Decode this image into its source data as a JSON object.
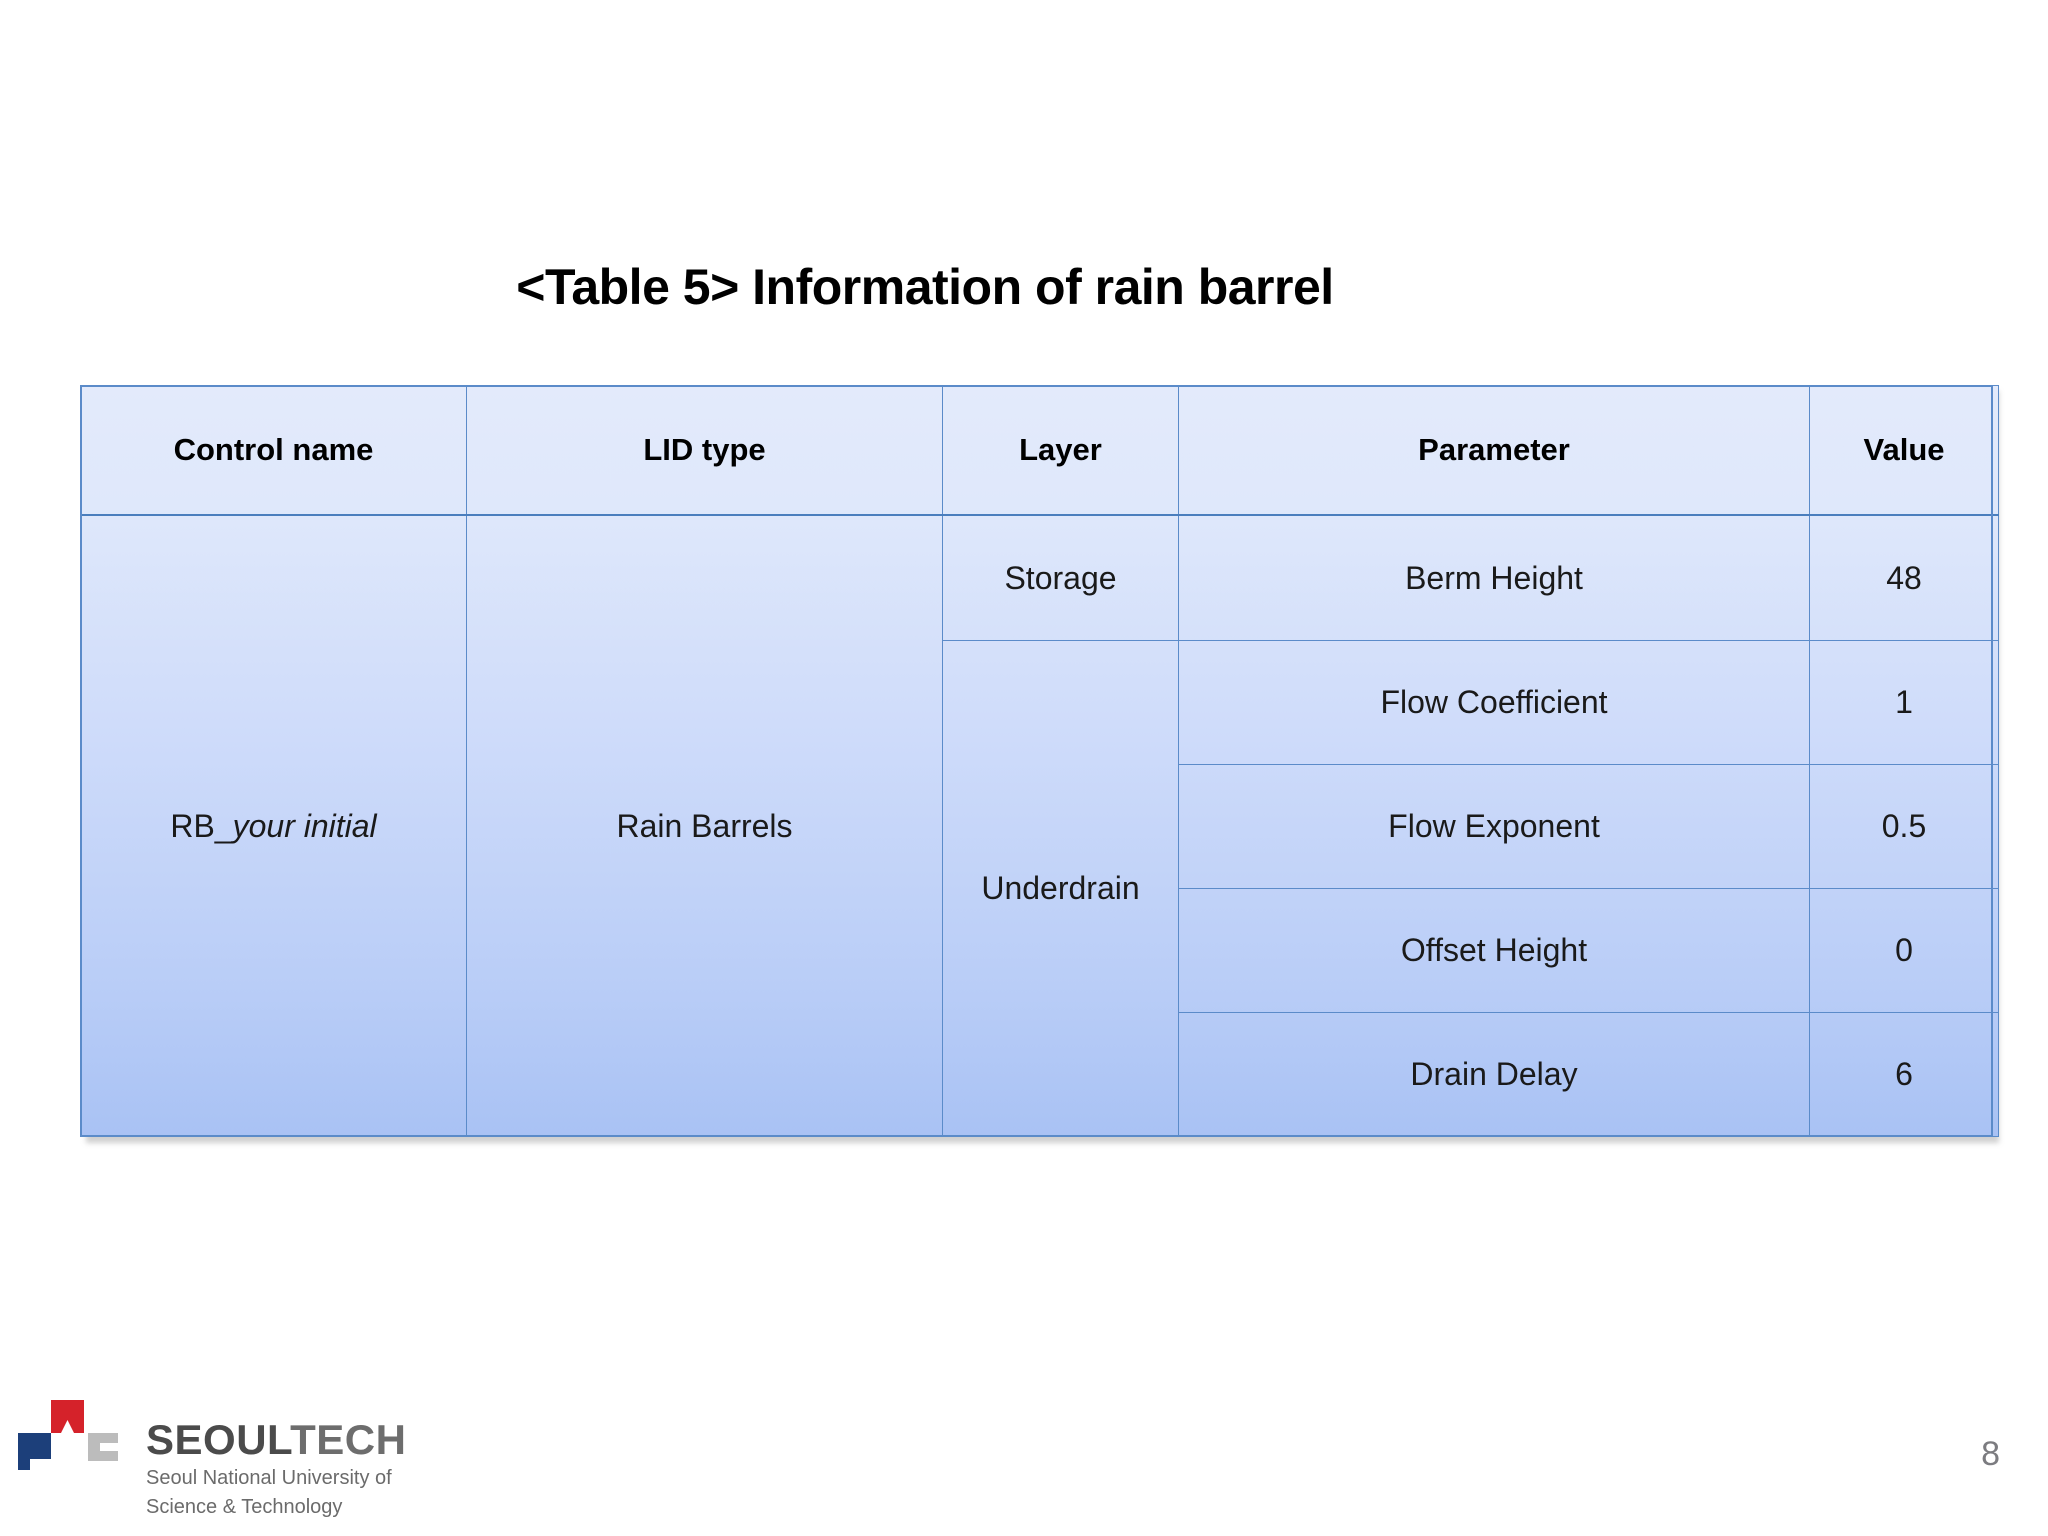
{
  "slide": {
    "title": "<Table 5> Information of rain barrel",
    "page_number": "8"
  },
  "table": {
    "headers": [
      "Control name",
      "LID type",
      "Layer",
      "Parameter",
      "Value"
    ],
    "control_name_prefix": "RB_",
    "control_name_italic": "your initial",
    "lid_type": "Rain Barrels",
    "layers": [
      {
        "name": "Storage",
        "rows": 1
      },
      {
        "name": "Underdrain",
        "rows": 4
      }
    ],
    "rows": [
      {
        "layer": "Storage",
        "parameter": "Berm Height",
        "value": "48"
      },
      {
        "layer": "Underdrain",
        "parameter": "Flow Coefficient",
        "value": "1"
      },
      {
        "layer": "Underdrain",
        "parameter": "Flow Exponent",
        "value": "0.5"
      },
      {
        "layer": "Underdrain",
        "parameter": "Offset Height",
        "value": "0"
      },
      {
        "layer": "Underdrain",
        "parameter": "Drain Delay",
        "value": "6"
      }
    ]
  },
  "logo": {
    "wordmark_part1": "SEOUL",
    "wordmark_part2": "TECH",
    "subtitle_line1": "Seoul National University of",
    "subtitle_line2": "Science & Technology",
    "colors": {
      "red": "#d5222a",
      "navy": "#1c3f7a",
      "gray": "#bcbcbc",
      "text_dark": "#4b4b4b",
      "text_light": "#6d6d6d"
    }
  },
  "colors": {
    "table_border": "#5b8bc9",
    "table_fill_top": "#e3eafb",
    "table_fill_bottom": "#a9c2f4",
    "page_number": "#7c7c80"
  }
}
